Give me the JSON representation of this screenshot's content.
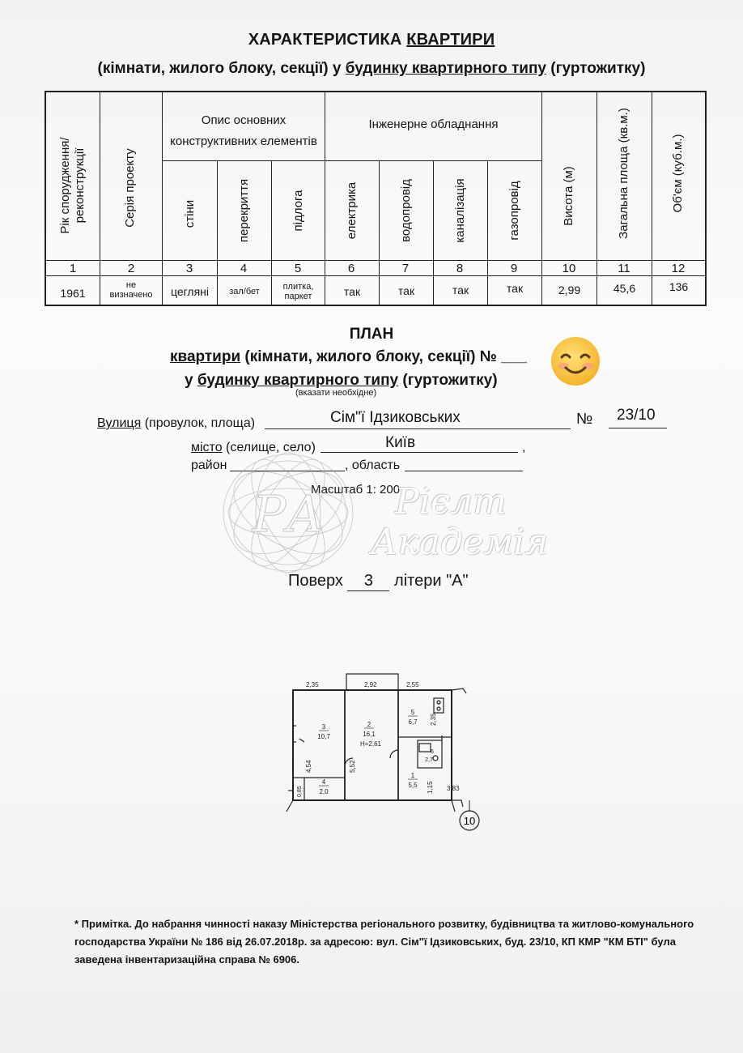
{
  "header": {
    "title_prefix": "ХАРАКТЕРИСТИКА ",
    "title_underlined": "КВАРТИРИ",
    "subtitle_part1": "(кімнати, жилого блоку, секції) у ",
    "subtitle_underlined": "будинку квартирного типу",
    "subtitle_part2": " (гуртожитку)"
  },
  "table": {
    "columns": {
      "year": "Рік спорудження/\nреконструкції",
      "series": "Серія проекту",
      "structure_group": "Опис основних\nконструктивних елементів",
      "walls": "стіни",
      "ceiling": "перекриття",
      "floor": "підлога",
      "engineering_group": "Інженерне обладнання",
      "electricity": "електрика",
      "water": "водопровід",
      "sewage": "каналізація",
      "gas": "газопровід",
      "height": "Висота (м)",
      "total_area": "Загальна площа (кв.м.)",
      "volume": "Об'єм (куб.м.)"
    },
    "numbers": [
      "1",
      "2",
      "3",
      "4",
      "5",
      "6",
      "7",
      "8",
      "9",
      "10",
      "11",
      "12"
    ],
    "values": {
      "year": "1961",
      "series": "не\nвизначено",
      "walls": "цегляні",
      "ceiling": "зал/бет",
      "floor": "плитка,\nпаркет",
      "electricity": "так",
      "water": "так",
      "sewage": "так",
      "gas": "так",
      "height": "2,99",
      "total_area": "45,6",
      "volume": "136"
    }
  },
  "plan": {
    "title": "ПЛАН",
    "line2_underlined": "квартири",
    "line2_rest": " (кімнати, жилого блоку, секції) №",
    "line3_prefix": "у ",
    "line3_underlined": "будинку квартирного типу",
    "line3_rest": " (гуртожитку)",
    "note": "(вказати необхідне)",
    "street_label_underlined": "Вулиця",
    "street_label_rest": " (провулок, площа)",
    "street_value": "Сім\"ї Ідзиковських",
    "number_sign": "№",
    "number_value": "23/10",
    "city_label_underlined": "місто",
    "city_label_rest": " (селище, село)",
    "city_value": "Київ",
    "comma": ",",
    "district_label": "район",
    "region_label": ", область",
    "scale": "Масштаб 1: 200",
    "floor_label": "Поверх",
    "floor_value": "3",
    "letter_label": "літери \"А\""
  },
  "watermark": {
    "monogram": "РА",
    "line1": "Рієлт",
    "line2": "Академія"
  },
  "floorplan": {
    "dims": [
      "2,35",
      "2,92",
      "2,55",
      "2,35",
      "4,54",
      "5,52",
      "0,85",
      "1,15",
      "3,83"
    ],
    "rooms": [
      {
        "no": "3",
        "area": "10,7"
      },
      {
        "no": "2",
        "area": "16,1",
        "height": "H=2,61"
      },
      {
        "no": "5",
        "area": "6,7"
      },
      {
        "no": "6",
        "area": "2,7"
      },
      {
        "no": "1",
        "area": "5,5"
      },
      {
        "no": "4",
        "area": "2,0"
      }
    ],
    "axis": "10"
  },
  "footnote": "* Примітка.  До набрання чинності  наказу Міністерства регіонального розвитку, будівництва та житлово-комунального господарства України № 186 від 26.07.2018р.  за адресою: вул. Сім\"ї  Ідзиковських, буд. 23/10, КП КМР \"КМ БТІ\" була заведена інвентаризаційна справа № 6906."
}
